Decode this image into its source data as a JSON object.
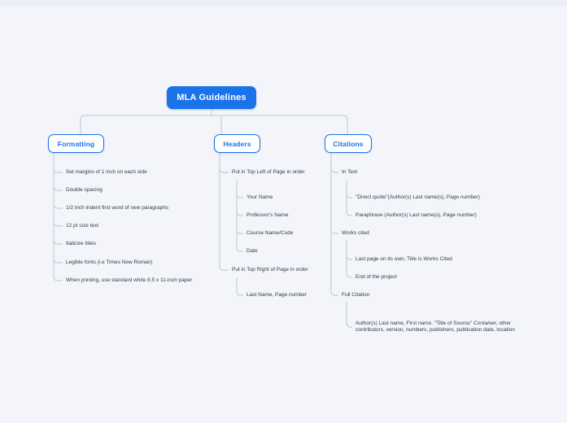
{
  "colors": {
    "background": "#f3f5fa",
    "accent_blue": "#1a73e8",
    "connector_gray": "#c9cdd6",
    "item_text": "#363b45"
  },
  "root": {
    "label": "MLA Guidelines"
  },
  "branches": [
    {
      "label": "Formatting",
      "items": [
        {
          "label": "Set margins of 1 inch on each side"
        },
        {
          "label": "Double spacing"
        },
        {
          "label": "1/2 inch indent first word of new paragraphs"
        },
        {
          "label": "12 pt size text"
        },
        {
          "label": "Italicize titles"
        },
        {
          "label": "Legible fonts (i.e Times New Roman)"
        },
        {
          "label": "When printing, use standard white 8.5 x 11-inch paper"
        }
      ]
    },
    {
      "label": "Headers",
      "items": [
        {
          "label": "Put in Top Left of Page in order",
          "children": [
            {
              "label": "Your Name"
            },
            {
              "label": "Professor's Name"
            },
            {
              "label": "Course Name/Code"
            },
            {
              "label": "Date"
            }
          ]
        },
        {
          "label": "Put in Top Right of Page in order",
          "children": [
            {
              "label": "Last Name, Page number"
            }
          ]
        }
      ]
    },
    {
      "label": "Citations",
      "items": [
        {
          "label": "In Text",
          "children": [
            {
              "label": "\"Direct quote\"(Author(s) Last name(s), Page number)"
            },
            {
              "label": "Paraphrase (Author(s) Last name(s), Page number)"
            }
          ]
        },
        {
          "label": "Works cited",
          "children": [
            {
              "label": "Last page on its own, Title is Works Cited"
            },
            {
              "label": "End of the project"
            }
          ]
        },
        {
          "label": "Full Citation",
          "children": [
            {
              "parts": {
                "before": "Author(s) Last name, First name. \"Title of Source\" ",
                "italic": "Container,",
                "after": " other contributors, version, numbers, publishers, publication date, location"
              }
            }
          ]
        }
      ]
    }
  ]
}
